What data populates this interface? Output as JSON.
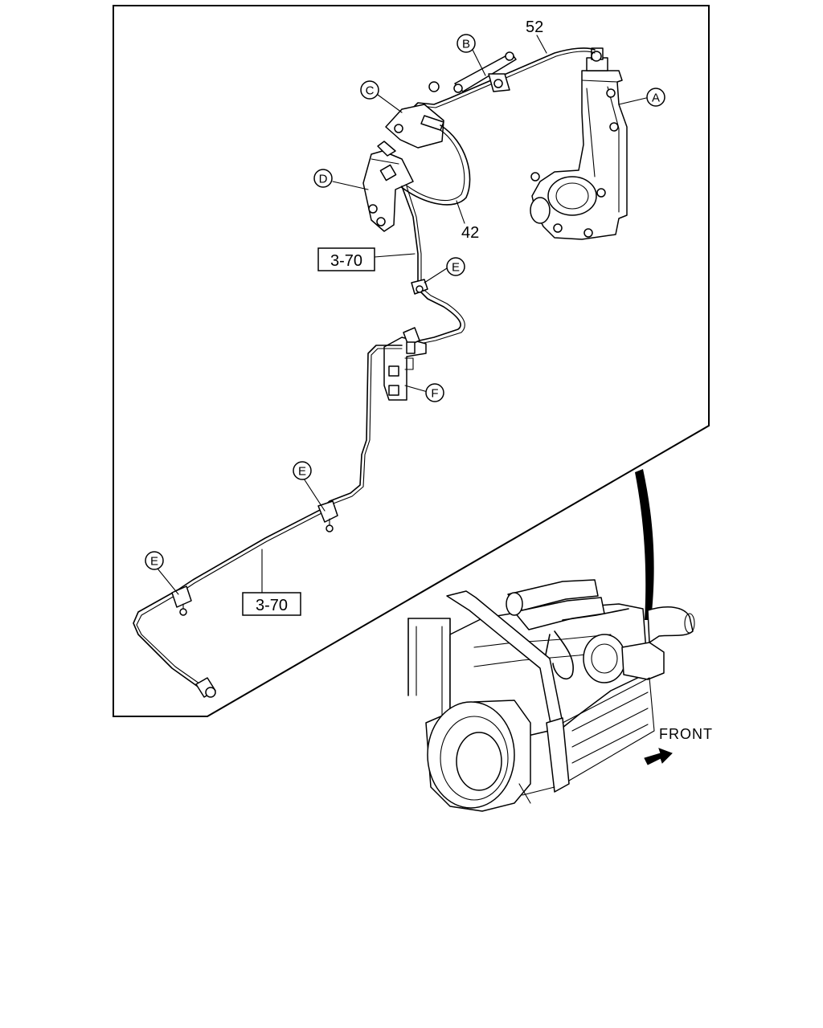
{
  "diagram": {
    "callouts": {
      "A": "A",
      "B": "B",
      "C": "C",
      "D": "D",
      "E1": "E",
      "E2": "E",
      "E3": "E",
      "F": "F"
    },
    "part_numbers": {
      "p52": "52",
      "p42": "42"
    },
    "references": {
      "ref1": "3-70",
      "ref2": "3-70"
    },
    "front_label": "FRONT",
    "icons": [
      "front-arrow-icon"
    ],
    "colors": {
      "line": "#000000",
      "background": "#ffffff"
    }
  }
}
